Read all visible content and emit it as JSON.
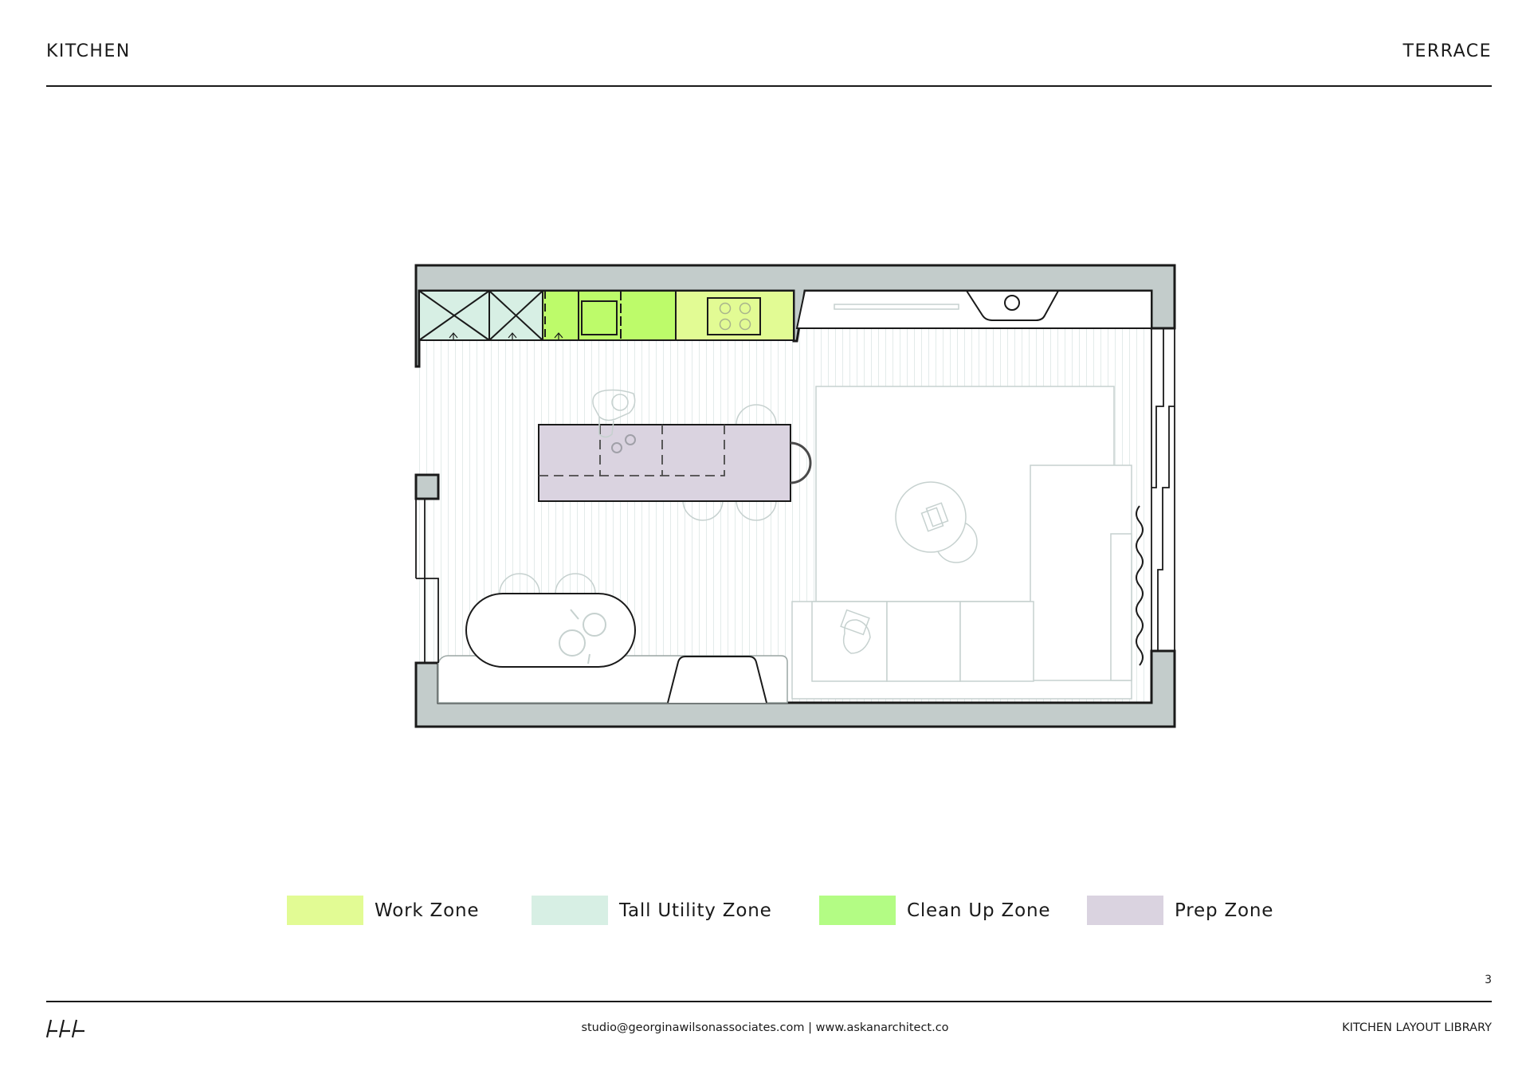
{
  "header": {
    "left_title": "KITCHEN",
    "right_title": "TERRACE"
  },
  "plan": {
    "colors": {
      "wall_fill": "#c3cccb",
      "wall_stroke": "#1a1a1a",
      "floor_line": "#e3ebea",
      "furniture_line": "#c6d1cf",
      "work_zone": "#e2fb94",
      "tall_utility_zone": "#d7efe4",
      "clean_up_zone": "#bdfb6a",
      "prep_zone": "#dad3e0"
    },
    "elements": [
      "tall-utility-cabinets",
      "clean-up-sink-cabinet",
      "work-zone-cooktop",
      "kitchen-island",
      "dining-table",
      "banquette-seating",
      "living-area-rug",
      "sofa",
      "coffee-table",
      "bifold-doors",
      "sliding-door",
      "curtain"
    ]
  },
  "legend": {
    "items": [
      {
        "label": "Work Zone",
        "color": "#e2fb94"
      },
      {
        "label": "Tall Utility Zone",
        "color": "#d7efe4"
      },
      {
        "label": "Clean Up Zone",
        "color": "#b3fc84"
      },
      {
        "label": "Prep Zone",
        "color": "#dad3e0"
      }
    ]
  },
  "page": {
    "number": "3"
  },
  "footer": {
    "contact": "studio@georginawilsonassociates.com | www.askanarchitect.co",
    "right_label": "KITCHEN LAYOUT LIBRARY",
    "logo": "logo-mark"
  }
}
